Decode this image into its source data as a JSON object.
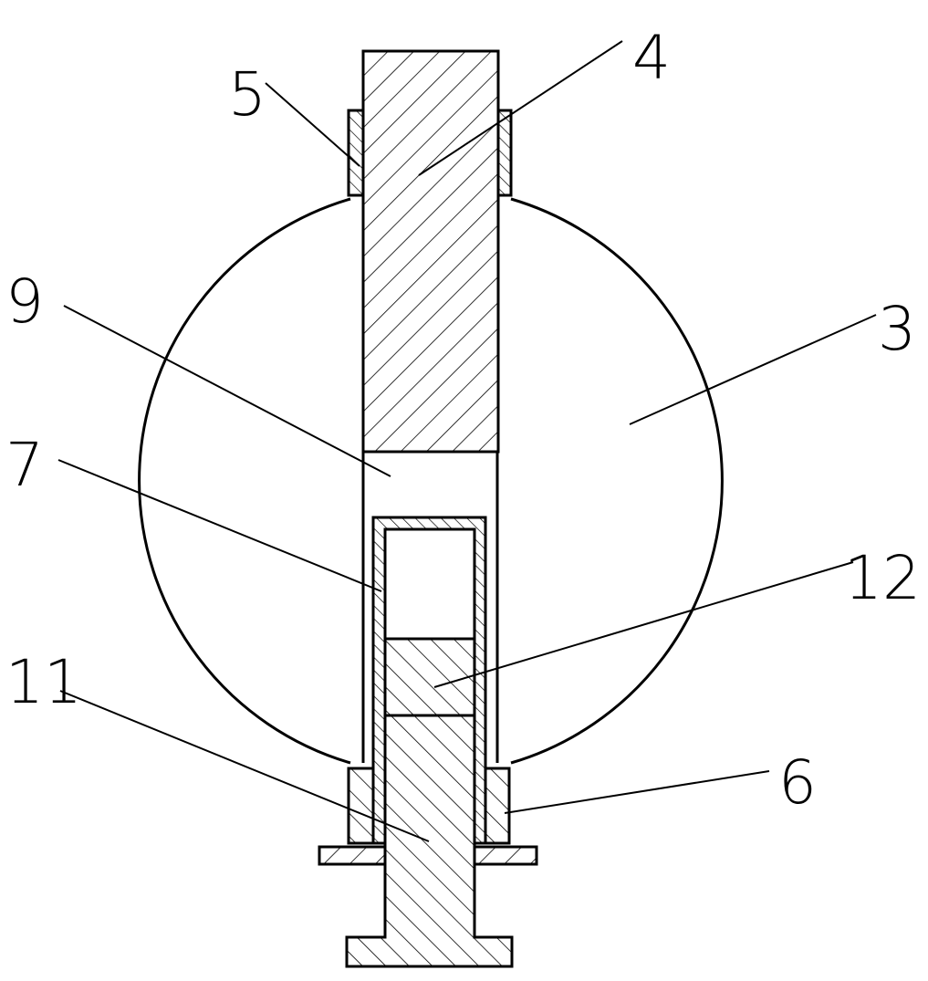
{
  "diagram": {
    "labels": {
      "part_3": "3",
      "part_4": "4",
      "part_5": "5",
      "part_6": "6",
      "part_7": "7",
      "part_9": "9",
      "part_11": "11",
      "part_12": "12"
    }
  }
}
